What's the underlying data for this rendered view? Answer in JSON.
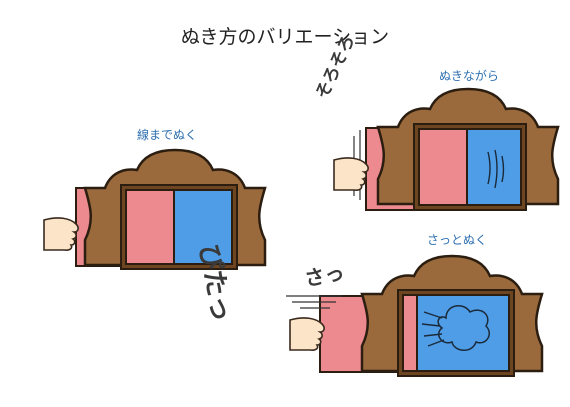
{
  "title": "ぬき方のバリエーション",
  "panels": [
    {
      "caption": "線までぬく",
      "sound": "ぴたっ"
    },
    {
      "caption": "ぬきながら",
      "sound": "そろそろ"
    },
    {
      "caption": "さっとぬく",
      "sound": "さっ"
    }
  ],
  "colors": {
    "frame": "#9a6a3c",
    "frame_outline": "#2b1d10",
    "card_red": "#ec8a90",
    "card_blue": "#4e9de6",
    "skin": "#fbe4c8",
    "caption": "#2d6fb0"
  }
}
